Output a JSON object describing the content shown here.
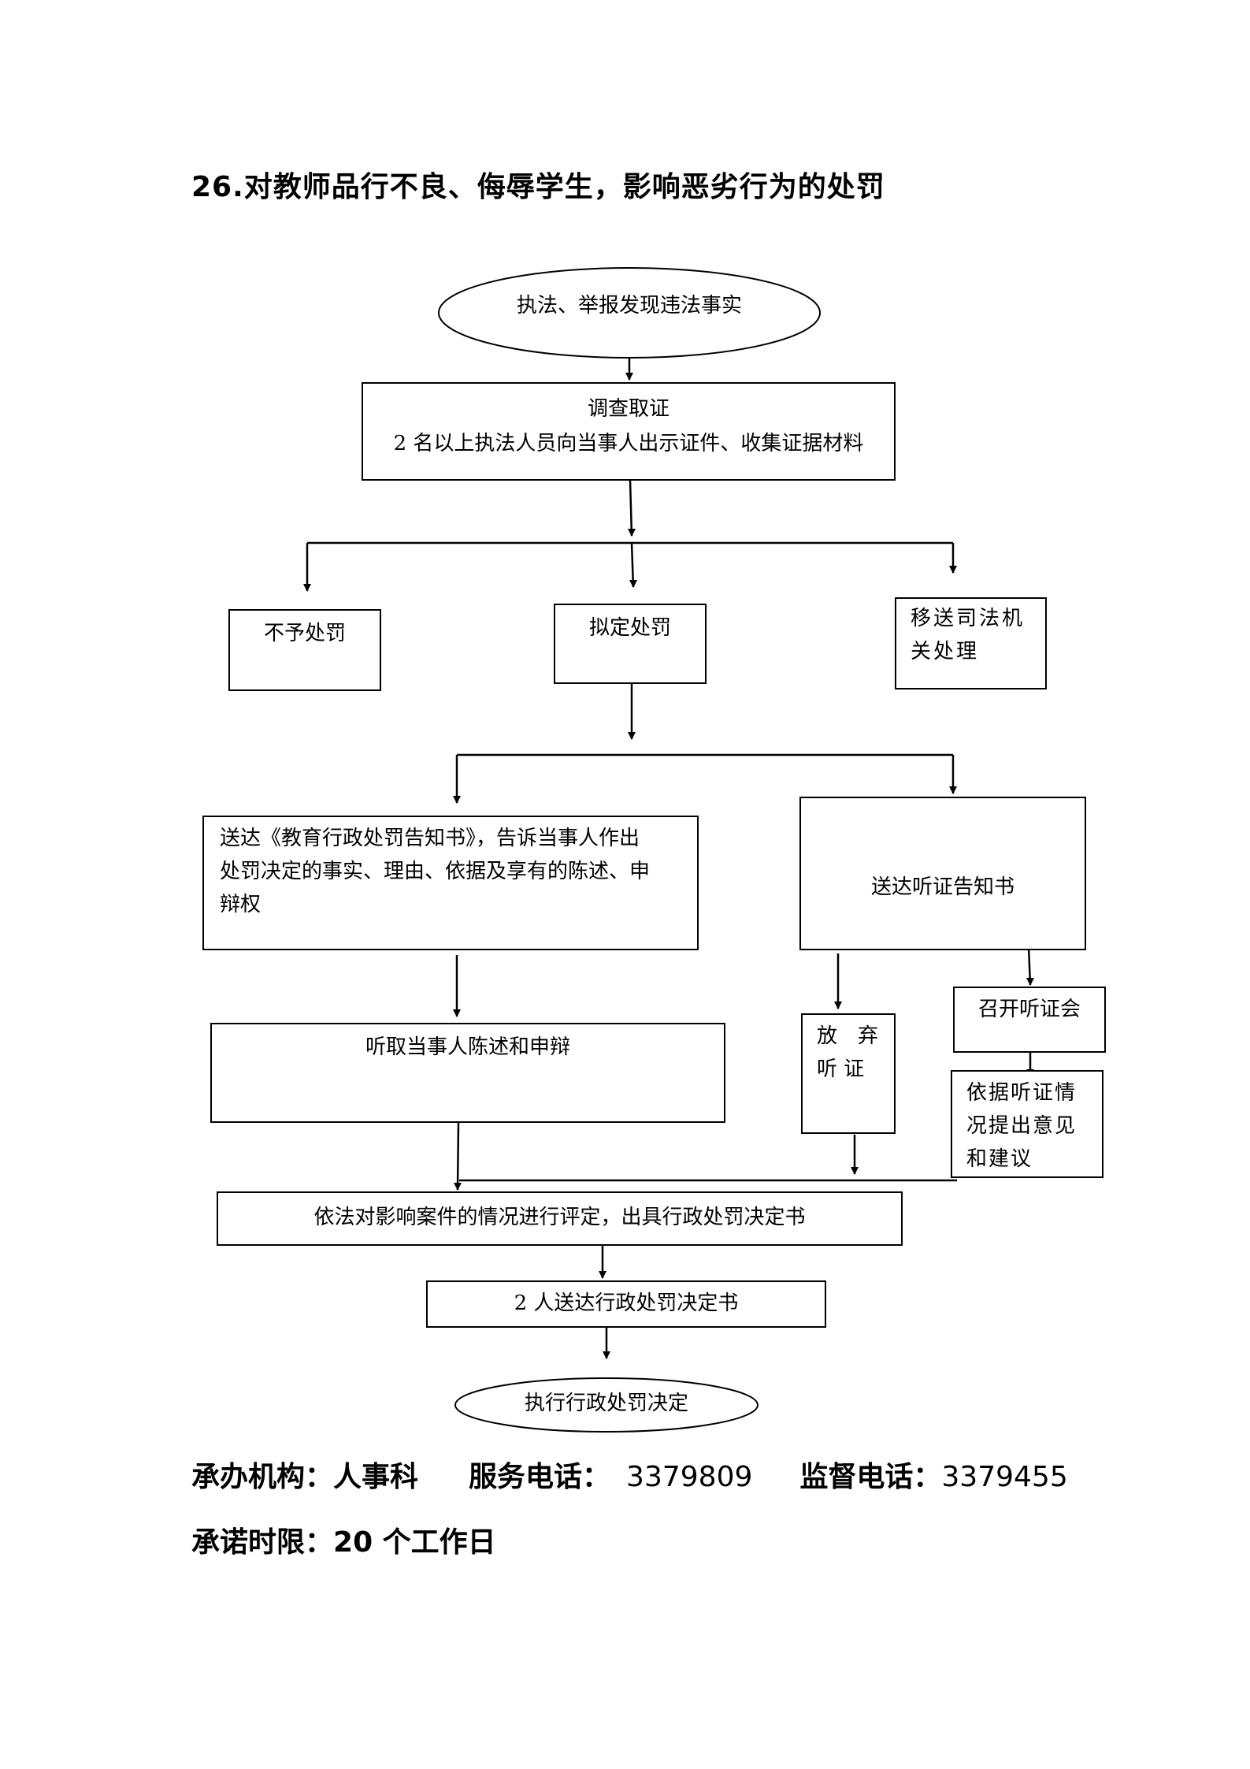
{
  "title": "26.对教师品行不良、侮辱学生，影响恶劣行为的处罚",
  "flowchart": {
    "start": "执法、举报发现违法事实",
    "investigate": {
      "line1": "调查取证",
      "line2": "2 名以上执法人员向当事人出示证件、收集证据材料"
    },
    "no_penalty": "不予处罚",
    "propose_penalty": "拟定处罚",
    "transfer_judicial": {
      "line1": "移送司法机",
      "line2": "关处理"
    },
    "notice_penalty": {
      "line1": "送达《教育行政处罚告知书》，告诉当事人作出",
      "line2": "处罚决定的事实、理由、依据及享有的陈述、申",
      "line3": "辩权"
    },
    "notice_hearing": "送达听证告知书",
    "listen_statement": "听取当事人陈述和申辩",
    "waive_hearing": {
      "line1": "放　弃",
      "line2": "听 证"
    },
    "hold_hearing": "召开听证会",
    "hearing_opinion": {
      "line1": "依据听证情",
      "line2": "况提出意见",
      "line3": "和建议"
    },
    "decision": "依法对影响案件的情况进行评定，出具行政处罚决定书",
    "deliver_decision": "2 人送达行政处罚决定书",
    "end": "执行行政处罚决定"
  },
  "footer": {
    "agency_label": "承办机构：",
    "agency_value": "人事科",
    "service_phone_label": "服务电话：",
    "service_phone_value": "3379809",
    "supervision_phone_label": "监督电话：",
    "supervision_phone_value": "3379455",
    "time_limit_label": "承诺时限：",
    "time_limit_value": "20 个工作日"
  }
}
